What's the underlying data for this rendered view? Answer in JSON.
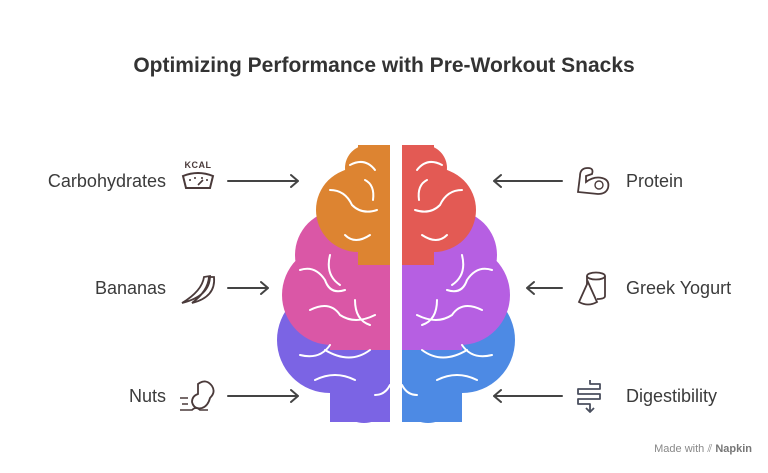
{
  "title": "Optimizing Performance with Pre-Workout Snacks",
  "left_items": [
    {
      "label": "Carbohydrates",
      "icon": "kcal-scale-icon",
      "icon_text": "KCAL"
    },
    {
      "label": "Bananas",
      "icon": "banana-icon"
    },
    {
      "label": "Nuts",
      "icon": "peanut-icon"
    }
  ],
  "right_items": [
    {
      "label": "Protein",
      "icon": "flexed-arm-icon"
    },
    {
      "label": "Greek Yogurt",
      "icon": "yogurt-cup-icon"
    },
    {
      "label": "Digestibility",
      "icon": "digestion-icon"
    }
  ],
  "colors": {
    "orange": "#DD8431",
    "red": "#E35A54",
    "pink": "#DA57A6",
    "violet": "#B65FE2",
    "purple": "#7B64E4",
    "blue": "#4D8AE4"
  },
  "footer": {
    "prefix": "Made with",
    "brand": "Napkin"
  }
}
